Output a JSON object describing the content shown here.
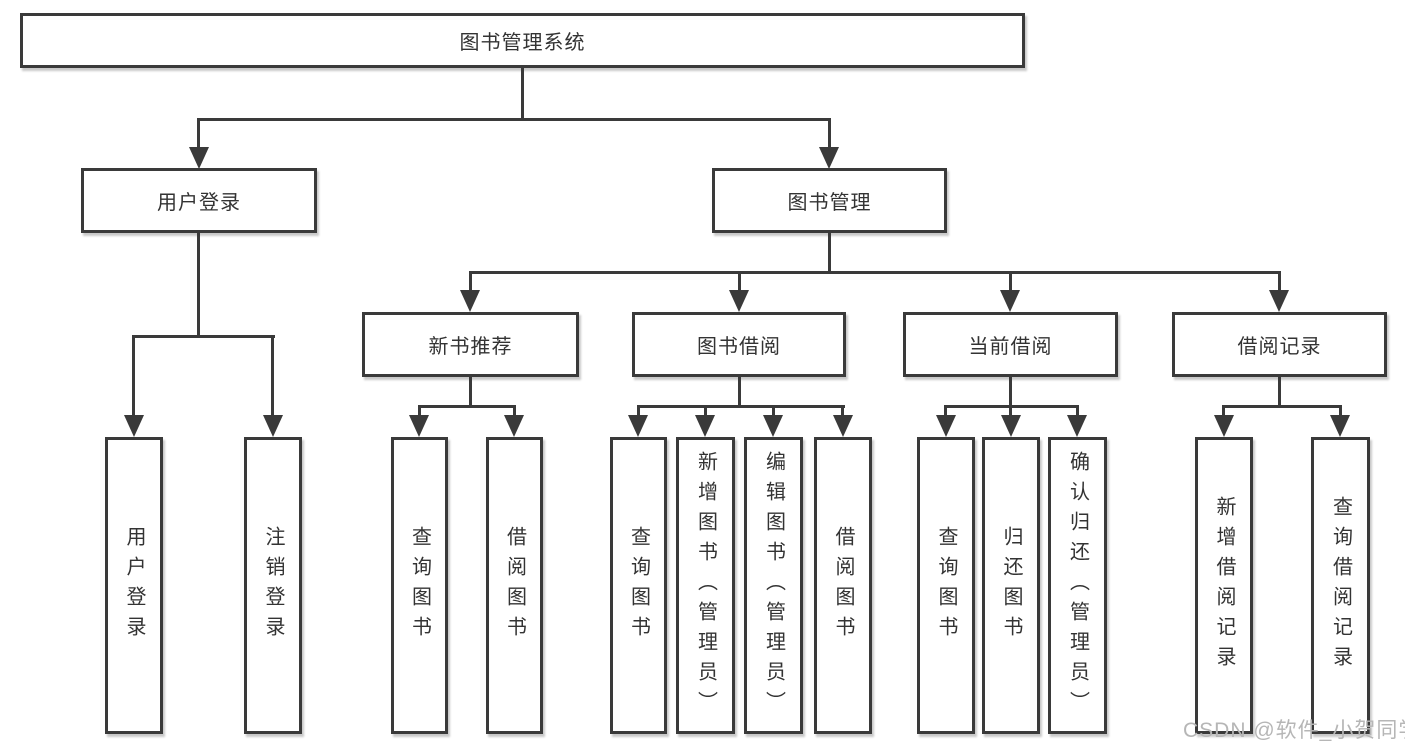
{
  "colors": {
    "background": "#ffffff",
    "line": "#3a3a3a",
    "box_border": "#3a3a3a",
    "text": "#333333",
    "watermark_text": "#b6b6b6"
  },
  "watermark": "CSDN @软件_小贺同学",
  "tree": {
    "root": "图书管理系统",
    "branches": [
      {
        "label": "用户登录",
        "leaves": [
          "用户登录",
          "注销登录"
        ]
      },
      {
        "label": "图书管理",
        "groups": [
          {
            "label": "新书推荐",
            "leaves": [
              "查询图书",
              "借阅图书"
            ]
          },
          {
            "label": "图书借阅",
            "leaves": [
              "查询图书",
              "新增图书（管理员）",
              "编辑图书（管理员）",
              "借阅图书"
            ]
          },
          {
            "label": "当前借阅",
            "leaves": [
              "查询图书",
              "归还图书",
              "确认归还（管理员）"
            ]
          },
          {
            "label": "借阅记录",
            "leaves": [
              "新增借阅记录",
              "查询借阅记录"
            ]
          }
        ]
      }
    ]
  }
}
